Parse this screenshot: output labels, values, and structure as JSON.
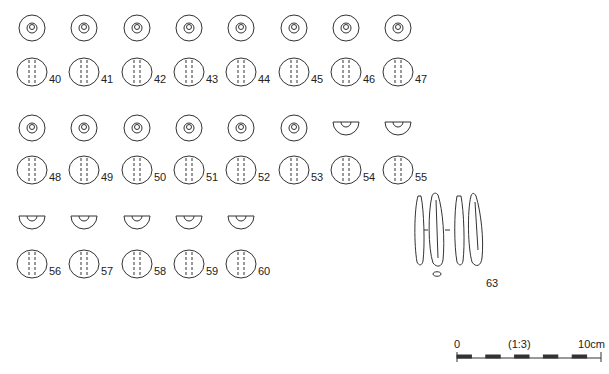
{
  "diagram": {
    "labels": [
      "40",
      "41",
      "42",
      "43",
      "44",
      "45",
      "46",
      "47",
      "48",
      "49",
      "50",
      "51",
      "52",
      "53",
      "54",
      "55",
      "56",
      "57",
      "58",
      "59",
      "60",
      "63",
      "0",
      "(1:3)",
      "10cm"
    ]
  }
}
